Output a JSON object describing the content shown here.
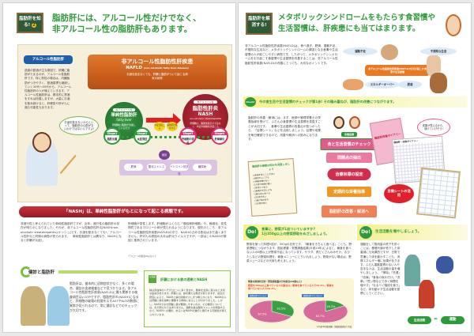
{
  "left": {
    "badge": "脂肪肝を知る!",
    "badge_num": "2",
    "title_line1": "脂肪肝には、アルコール性だけでなく、",
    "title_line2": "非アルコール性の脂肪肝もあります。",
    "alcohol_label": "アルコール性脂肪肝",
    "alcohol_text": "過度の飲酒が主な原因で、肝臓に脂肪がたまるのが、アルコール性脂肪肝です。特に男性の場合は、内臓脂肪がつきやすく、飲酒習慣も継続していく30代〜40代から、アルコール性脂肪肝の人が増えていきます。アルコール性脂肪肝は、基本的に禁酒をすれば改善しますが、大量にお酒を飲み続けると、肝硬変や肝がんに進む可能性もあります。",
    "doctor_bubble": "お酒を飲まないからといって、脂肪肝の心配がないわけではないんですよ!",
    "nafld_title": "非アルコール性脂肪性肝疾患",
    "nafld_abbr": "NAFLD",
    "nafld_en": "(non-alcoholic fatty liver disease)",
    "nafld_desc": "お酒を飲まなくても、肝臓に脂肪がついて起こる病気の総称",
    "fatty_tag": "非アルコール性",
    "fatty_title": "単純性脂肪肝",
    "fatty_en": "fatty liver",
    "fatty_desc": "肝細胞に脂肪が沈着しているだけ",
    "nash_tag": "非アルコール性",
    "nash_title": "脂肪性肝炎",
    "nash_abbr": "NASH",
    "nash_en": "non-alcoholic steatohepatitis",
    "nash_desc": "肝細胞に、脂肪沈着だけではなく、炎症や線維化が起こる",
    "stages": [
      {
        "n": "Stage1",
        "label": "脂肪沈着"
      },
      {
        "n": "Stage2",
        "label": "炎症発症"
      },
      {
        "n": "Stage3",
        "label": "肝細胞の変性"
      },
      {
        "n": "Stage4",
        "label": "肝線維化"
      }
    ],
    "burst1": "炎症が起こる",
    "burst2": "脂肪肝が悪化する",
    "factor_title": "要因",
    "factors": [
      "肥満",
      "酸化ストレス",
      "インスリン抵抗性",
      "糖尿病"
    ],
    "banner": "「NASH」は、単純性脂肪肝がもとになって起こる病態です。",
    "body_col1": "非進行性と考えられていた単純性脂肪肝ですが、近年、進行性の脂肪肝の存在が明らかになりました。それが、非アルコール性脂肪性肝炎[NASH(non-alcoholic steatohepatitis)/ナッシュ]です。お酒を飲まなくても*、アルコール性肝炎と同様の病態が見られます。　単純性脂肪肝とは異なり、NASHになると肝臓が炎症し",
    "body_col2": "肝細胞が変性します。肝細胞がふくらむ「風船様肝細胞」や、線維化、変性物質であるマロリー小体が見られるようになります。現在のところ、非アルコール性脂肪性肝疾患(NAFLD)の中で、NASHの占める割合はまだ高くありません。肝がんの原因の大半は肝炎ウイルスですが、一部はこのNASHが原因と推測されています。",
    "footnote": "*アルコール摂取量20g/日以下",
    "checkup_title": "健診と脂肪肝",
    "checkup_text": "脂肪肝は、基本的に初期症状がなく、多くの場合、健診の血液検査などで見つかります。非アルコール性脂肪性肝疾患(NAFLD)に最も関係する検査項目はγ-GTPですが、脂肪性肝炎(NASH)になると、肝細胞の破壊の程度を示すASTやALTの数値に異常が見られるので、常に健診などでのチェックが大切です。",
    "column_tag": "豆知識",
    "column_title": "肝臓における鉄の過剰とNASH",
    "column_text": "鉄は赤血球のヘモグロビンに多く含まれ、酸素を全身に運ぶなど大切な役割があります。肝臓には、鉄を蓄える働きがありますが、最近の研究によると、NASHと鉄の関係が少しずつ明らかになり、NASHの人は肝臓に鉄を過剰に蓄積する傾向にあることがわかりました。しかし、NASHでなぜ肝臓に鉄が蓄積しやすいのか、その機序については、まだ明らかではありません。過剰な鉄は酸化ストレスを増強するので、NASHへの悪化、あるいはNASHの進行に関与する可能性が考えられています。"
  },
  "right": {
    "badge": "脂肪肝を解消する!",
    "title_line1": "メタボリックシンドロームをもたらす食習慣や",
    "title_line2": "生活習慣は、肝疾患にも当てはまります。",
    "intro": "非アルコール性脂肪性肝疾患(NAFLD)は、食べ過ぎ、肥満、運動不足、不規則な生活など、メタボリックシンドロームの原因となる食事や生活習慣の人が起こしやすい病態です。したがって、メタボリックシンドロームを引き起こす食習慣や生活習慣を改善することは、非アルコール性脂肪性肝疾患(NAFLD)の改善にとっても、大切なポイントです。",
    "clouds": [
      "運動不足",
      "不規則な生活",
      "エネルギーオーバー",
      "肥満"
    ],
    "cause_label": "非アルコール性脂肪性肝疾患(NAFLD)を引き起こす食事や生活習慣",
    "check_badge": "Check!",
    "check_text": "今の食生活や生活習慣のチェックが第1歩! その積み重ねが、脂肪肝の改善につながります。",
    "flow_intro": "脂肪肝の改善・解消には、まず、医師や管理栄養士の栄養指導を受けて、ふだんの食習慣や生活習慣を見直すことが大切です。　食事や生活習慣の改善点が見つかったら、「目標シート」などを活用しましょう。目標や成果を毎日確認できるので、改善や解消への励みになります。",
    "guidance": "栄養指導",
    "flow_steps": [
      "食と生活習慣のチェック",
      "問題点の抽出",
      "治療目標の設定",
      "定期的な栄養指導",
      "脂肪肝の改善・解消へ"
    ],
    "goal_sheet": "目標シートの活用",
    "clipboard_title": "脂肪肝の原因は何かを見直しましょう",
    "clipboard_items": [
      "食事を抜くことが多い",
      "間食をよくする",
      "運動習慣がない",
      "夕食の時間が遅い",
      "早食いである",
      "野菜が不足しがち",
      "寝る前に食べる",
      "外食が多い",
      "揚げ物が好き",
      "お酒を飲む"
    ],
    "diary_cover": "脂肪肝改善ダイアリー",
    "diary_sheet": "脂肪肝・改善ダイアリー",
    "bubble": "成果が見えるから、続けていけそう!",
    "do1_badge": "Do!",
    "do1_title1": "食事に、野菜が1皿ついていますか?",
    "do1_title2": "1日350g以上の野菜摂取をめざしましょう。",
    "do1_text": "野菜を使った料理5皿が、350gの目安です。「朝食をきちんと食べる」ことも、野菜摂取につながります。国民健康・栄養調査結果(平成19年)によると、朝食を食べない人の8割以上が野菜不足になっています。サラダ、具だくさんのみそ汁、おひたしなどの野菜料理を、朝食メニューにとりいれましょう。野菜がない場合は、野菜ジュースなどの代用も考えましょう。",
    "pie_title": "朝食の摂食状況別・野菜摂取量の分布割合(20歳以上)",
    "pie_note": "野菜を350g以上食べている人の割合は、朝食を食べている人で32.5%、朝食を食べていない人で16.3%。",
    "pie_source": "※平成19年国民健康・栄養調査結果より作成",
    "do2_badge": "Do!",
    "do2_title": "生活活動を増やしましょう。",
    "do2_text": "運動をして筋肉量の低下を防ぐことは、基礎代謝が低下した体重減にも効果的ですが、日常で意識して体を動かすことも、消費エネルギー増に効果があります。ふだん運動習慣のない人や苦手な人は、生活活動の量を増やしましょう。「掃除」「洗濯」「炊事」「食後の後片付け」「洗車」「買い物などで歩く時間を増やす」「なるべく階段を使う」など、体を動かす生活活動を習慣にしてください。",
    "equation_left": "生活活動",
    "equation_sign": "=",
    "equation_right": "運動"
  },
  "chart_data": [
    {
      "type": "pie",
      "title": "朝食を食べている人",
      "categories": [
        "350g以上",
        "350g未満"
      ],
      "values": [
        32.5,
        67.5
      ]
    },
    {
      "type": "pie",
      "title": "朝食を食べていない人",
      "categories": [
        "350g以上",
        "350g未満"
      ],
      "values": [
        16.3,
        83.7
      ]
    }
  ],
  "colors": {
    "green": "#2e9b3a",
    "orange": "#d8692a",
    "red": "#b3202c",
    "pink": "#e0577f",
    "purple": "#7a3f93",
    "beige": "#f6efdc"
  }
}
